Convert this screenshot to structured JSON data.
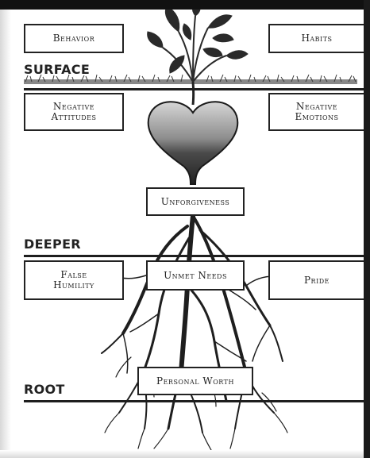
{
  "levels": {
    "surface": "SURFACE",
    "deeper": "DEEPER",
    "root": "ROOT"
  },
  "boxes": {
    "behavior": "Behavior",
    "habits": "Habits",
    "negative_attitudes_line1": "Negative",
    "negative_attitudes_line2": "Attitudes",
    "negative_emotions_line1": "Negative",
    "negative_emotions_line2": "Emotions",
    "unforgiveness": "Unforgiveness",
    "false_humility_line1": "False",
    "false_humility_line2": "Humility",
    "unmet_needs": "Unmet Needs",
    "pride": "Pride",
    "personal_worth": "Personal Worth"
  },
  "colors": {
    "ink": "#1e1e1e",
    "heart_top": "#c9c9c9",
    "heart_bottom": "#2e2e2e"
  }
}
